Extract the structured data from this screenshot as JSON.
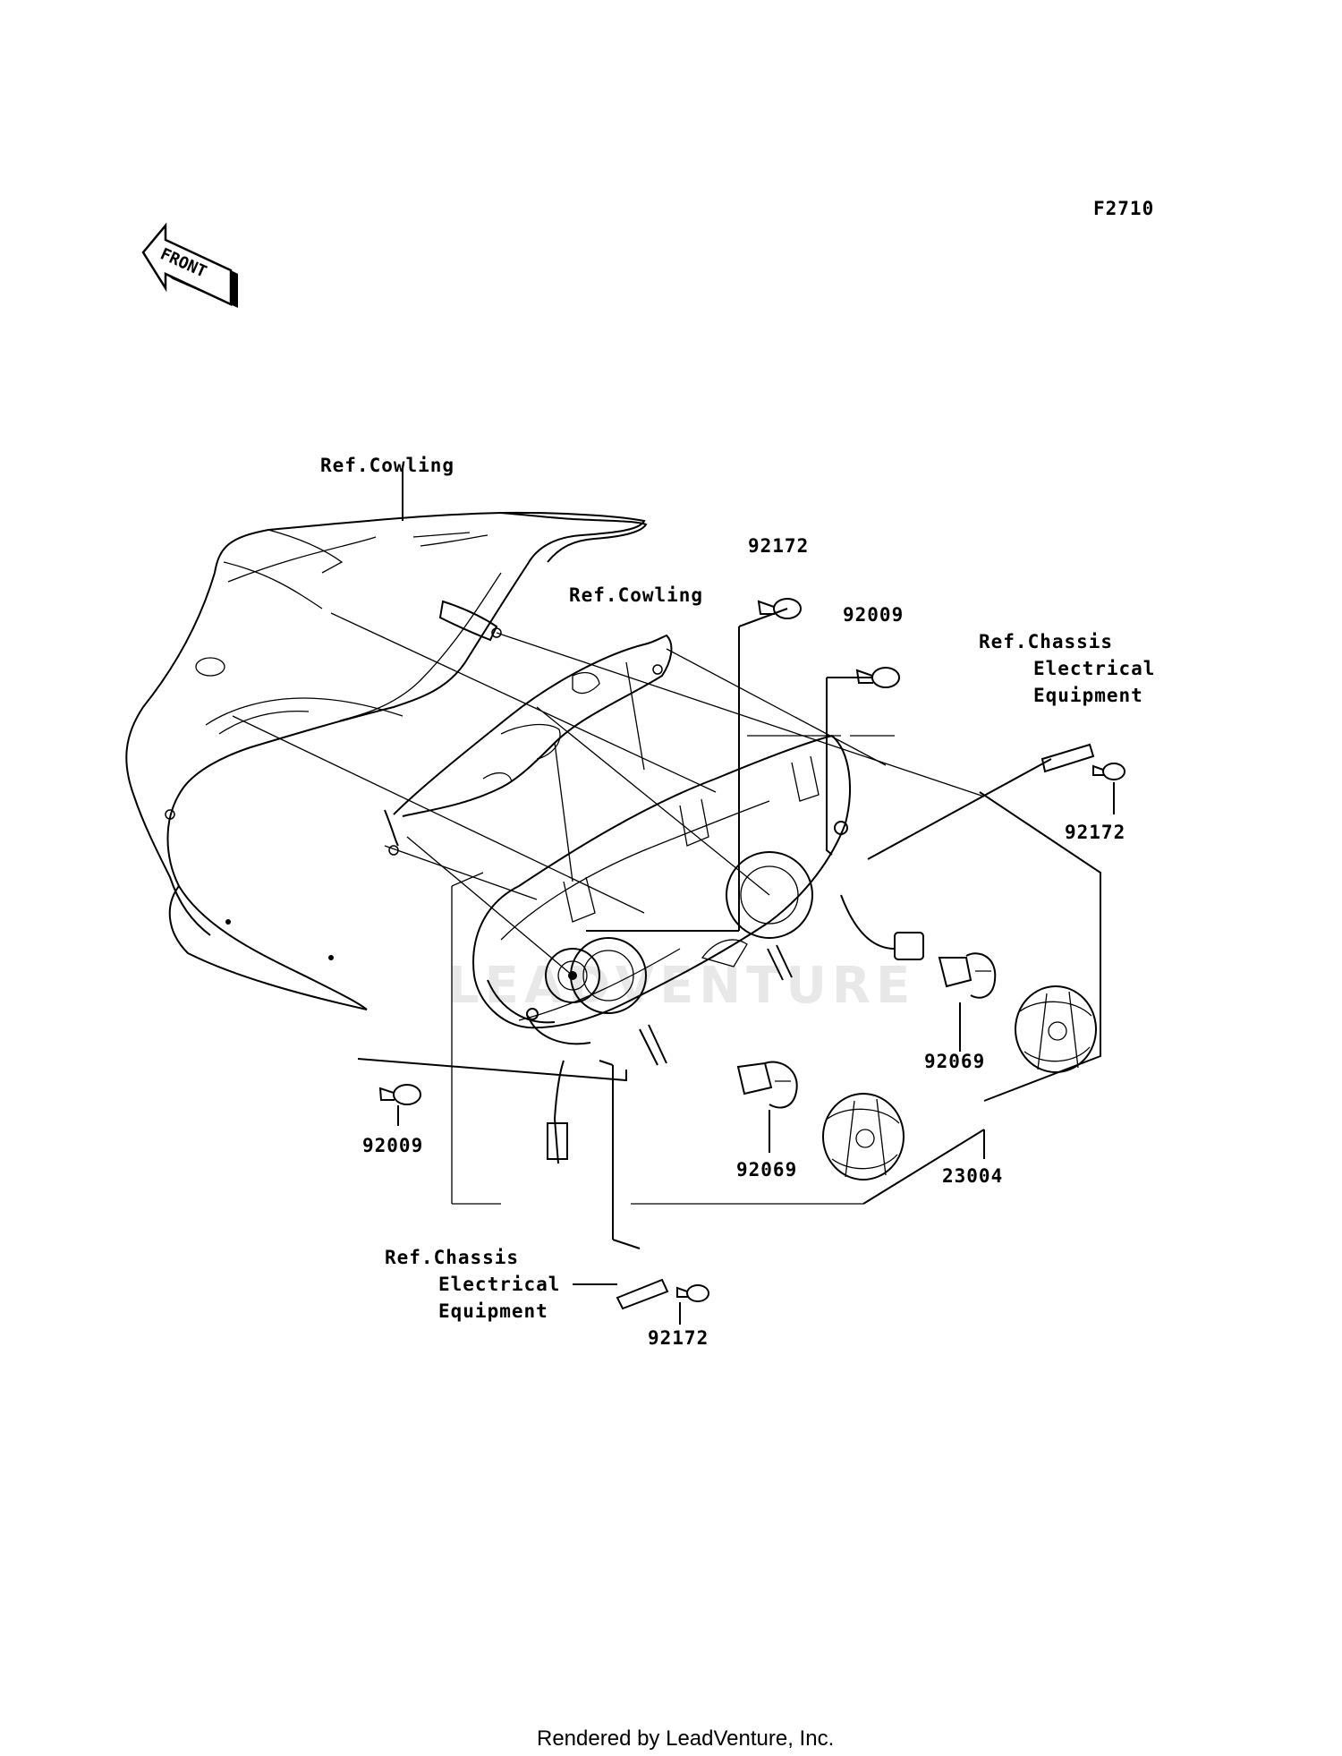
{
  "figure_code": "F2710",
  "front_marker": "FRONT",
  "callouts": {
    "ref_cowling_top": "Ref.Cowling",
    "ref_cowling_mid": "Ref.Cowling",
    "part_92172_top": "92172",
    "part_92009_top": "92009",
    "ref_chassis_right": [
      "Ref.Chassis",
      "Electrical",
      "Equipment"
    ],
    "part_92172_right": "92172",
    "part_92009_left": "92009",
    "part_92069_right": "92069",
    "part_92069_center": "92069",
    "part_23004": "23004",
    "ref_chassis_bottom": [
      "Ref.Chassis",
      "Electrical",
      "Equipment"
    ],
    "part_92172_bottom": "92172"
  },
  "watermark": "LEADVENTURE",
  "footer": "Rendered by LeadVenture, Inc."
}
